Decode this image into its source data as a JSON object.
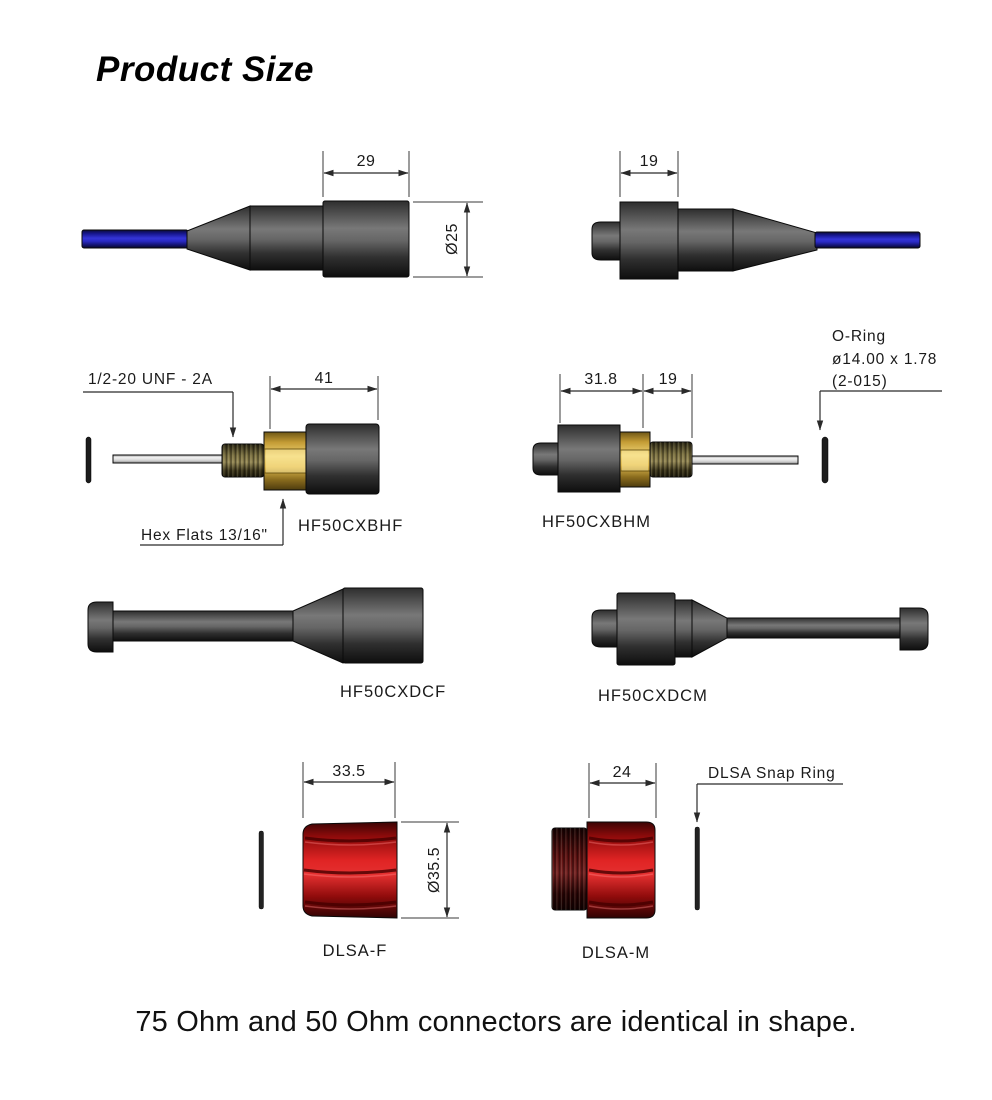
{
  "page": {
    "title": "Product Size",
    "footnote": "75 Ohm and 50 Ohm connectors are identical in shape."
  },
  "colors": {
    "cable_blue": "#3434d6",
    "body_gray": "#4f4f4f",
    "brass_gold": "#e3bd52",
    "connector_red": "#d01515",
    "drawing_line": "#2a2a2a"
  },
  "figures": {
    "cable_assembly_female": {
      "dim_length": "29",
      "dim_diameter": "Ø25"
    },
    "cable_assembly_male": {
      "dim_length": "19"
    },
    "bulkhead_female": {
      "model": "HF50CXBHF",
      "thread_spec": "1/2-20 UNF - 2A",
      "hex_note": "Hex Flats 13/16\"",
      "dim_length": "41"
    },
    "bulkhead_male": {
      "model": "HF50CXBHM",
      "dim_body": "31.8",
      "dim_thread": "19",
      "oring_line1": "O-Ring",
      "oring_line2": "ø14.00 x 1.78",
      "oring_line3": "(2-015)"
    },
    "dust_cap_female": {
      "model": "HF50CXDCF"
    },
    "dust_cap_male": {
      "model": "HF50CXDCM"
    },
    "dlsa_female": {
      "model": "DLSA-F",
      "dim_length": "33.5",
      "dim_diameter": "Ø35.5"
    },
    "dlsa_male": {
      "model": "DLSA-M",
      "dim_length": "24",
      "snap_ring_note": "DLSA Snap Ring"
    }
  }
}
